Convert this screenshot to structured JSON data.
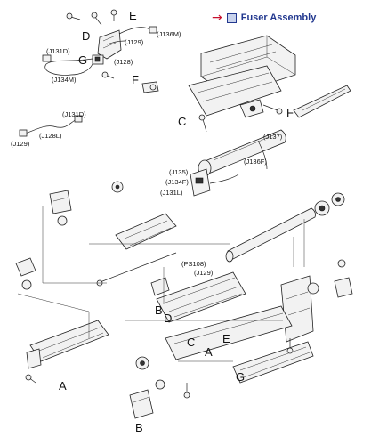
{
  "legend": {
    "arrow_icon": "red-right-arrow-icon",
    "box_icon": "blue-square-icon",
    "text": "Fuser Assembly",
    "arrow_color": "#c8102e",
    "text_color": "#22388f"
  },
  "labels": {
    "top_e": "E",
    "top_d": "D",
    "top_g": "G",
    "top_f": "F",
    "j129_top": "(J129)",
    "j136m": "(J136M)",
    "j131d_top": "(J131D)",
    "j128": "(J128)",
    "j134m": "(J134M)",
    "j131d_mid": "(J131D)",
    "j128l": "(J128L)",
    "j129_left": "(J129)",
    "fuser_c": "C",
    "fuser_f": "F",
    "j137": "(J137)",
    "j135": "(J135)",
    "j134f": "(J134F)",
    "j131l": "(J131L)",
    "j136f": "(J136F)",
    "ps108": "(PS108)",
    "j129_mid": "(J129)",
    "mid_b": "B",
    "mid_d": "D",
    "mid_c": "C",
    "mid_e": "E",
    "mid_a": "A",
    "mid_g": "G",
    "bottom_a": "A",
    "bottom_b": "B"
  }
}
